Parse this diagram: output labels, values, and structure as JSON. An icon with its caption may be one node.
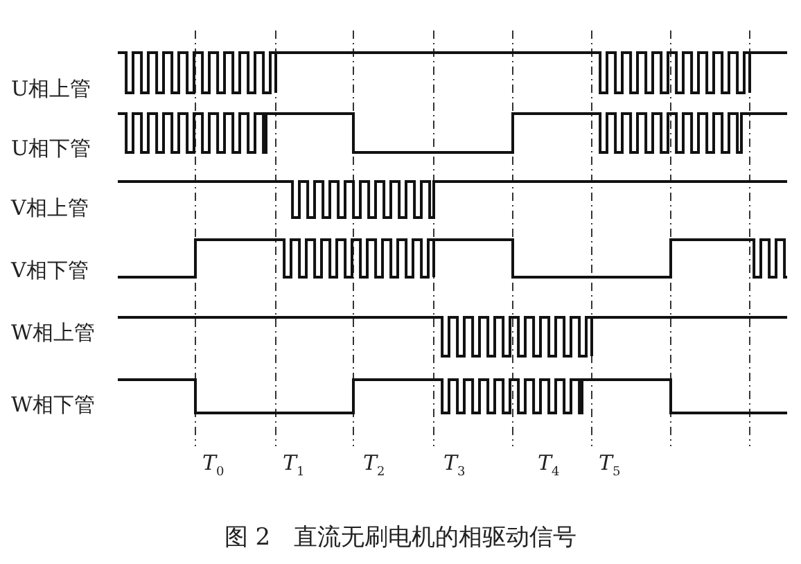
{
  "diagram": {
    "caption": "图 2　直流无刷电机的相驱动信号",
    "labels": [
      "U相上管",
      "U相下管",
      "V相上管",
      "V相下管",
      "W相上管",
      "W相下管",
      "T$_{0}$",
      "T$_{1}$",
      "T$_{2}$",
      "T$_{3}$",
      "T$_{4}$",
      "T$_{5}$"
    ]
  }
}
